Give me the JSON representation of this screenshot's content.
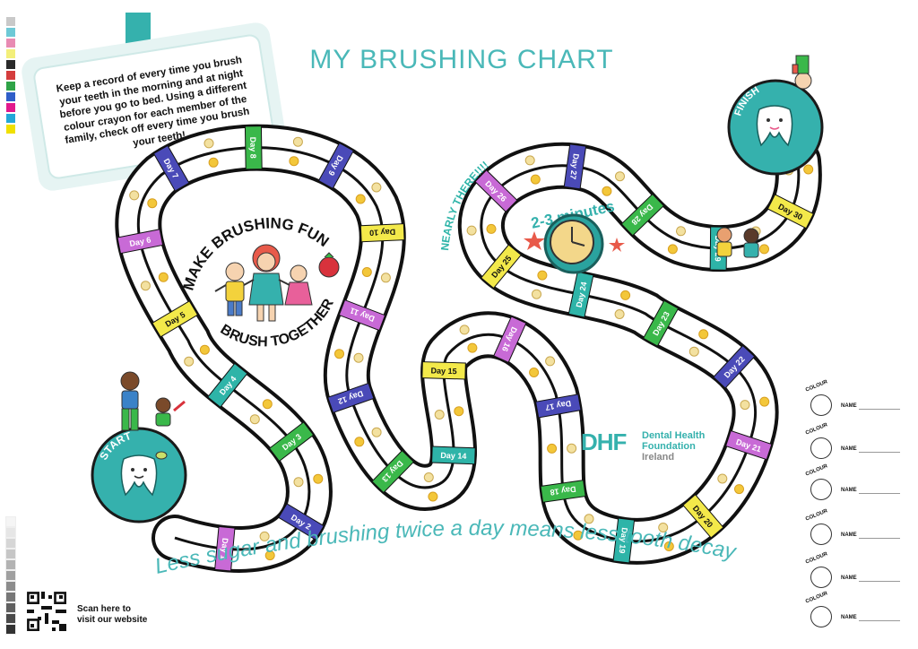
{
  "title": "MY BRUSHING CHART",
  "intro": "Keep a record of every time you brush your teeth in the morning and at night before you go to bed. Using a different colour crayon for each member of the family, check off every time you brush your teeth!",
  "circle_text": {
    "top": "MAKE BRUSHING FUN",
    "bottom": "BRUSH TOGETHER"
  },
  "nearly_there": "NEARLY THERE!!!!!",
  "timer": "2-3 minutes",
  "start": "START",
  "finish": "FINISH",
  "slogan": "Less sugar and brushing twice a day means less tooth decay",
  "scan": {
    "line1": "Scan here to",
    "line2": "visit our website"
  },
  "logo": {
    "mark": "DHF",
    "line1": "Dental Health",
    "line2": "Foundation",
    "line3": "Ireland"
  },
  "colour_rows": [
    {
      "colour": "COLOUR",
      "name": "NAME"
    },
    {
      "colour": "COLOUR",
      "name": "NAME"
    },
    {
      "colour": "COLOUR",
      "name": "NAME"
    },
    {
      "colour": "COLOUR",
      "name": "NAME"
    },
    {
      "colour": "COLOUR",
      "name": "NAME"
    },
    {
      "colour": "COLOUR",
      "name": "NAME"
    }
  ],
  "colors": {
    "teal": "#35b1ad",
    "title": "#4ab8b8",
    "day_colors": [
      "#4a4ab8",
      "#2eb4a8",
      "#f3e94a",
      "#c86ad6",
      "#3ab84a"
    ]
  },
  "swatches": [
    "#c9c9c9",
    "#6ec9d6",
    "#e88bb3",
    "#f3ef7a",
    "#2a2a2a",
    "#d43d3d",
    "#2fa347",
    "#2f5ec8",
    "#e2198c",
    "#24a7d8",
    "#f0e000"
  ],
  "days": [
    {
      "label": "Day 1",
      "color": "#c86ad6"
    },
    {
      "label": "Day 2",
      "color": "#4a4ab8"
    },
    {
      "label": "Day 3",
      "color": "#3ab84a"
    },
    {
      "label": "Day 4",
      "color": "#2eb4a8"
    },
    {
      "label": "Day 5",
      "color": "#f3e94a"
    },
    {
      "label": "Day 6",
      "color": "#c86ad6"
    },
    {
      "label": "Day 7",
      "color": "#4a4ab8"
    },
    {
      "label": "Day 8",
      "color": "#3ab84a"
    },
    {
      "label": "Day 9",
      "color": "#4a4ab8"
    },
    {
      "label": "Day 10",
      "color": "#f3e94a"
    },
    {
      "label": "Day 11",
      "color": "#c86ad6"
    },
    {
      "label": "Day 12",
      "color": "#4a4ab8"
    },
    {
      "label": "Day 13",
      "color": "#3ab84a"
    },
    {
      "label": "Day 14",
      "color": "#2eb4a8"
    },
    {
      "label": "Day 15",
      "color": "#f3e94a"
    },
    {
      "label": "Day 16",
      "color": "#c86ad6"
    },
    {
      "label": "Day 17",
      "color": "#4a4ab8"
    },
    {
      "label": "Day 18",
      "color": "#3ab84a"
    },
    {
      "label": "Day 19",
      "color": "#2eb4a8"
    },
    {
      "label": "Day 20",
      "color": "#f3e94a"
    },
    {
      "label": "Day 21",
      "color": "#c86ad6"
    },
    {
      "label": "Day 22",
      "color": "#4a4ab8"
    },
    {
      "label": "Day 23",
      "color": "#3ab84a"
    },
    {
      "label": "Day 24",
      "color": "#2eb4a8"
    },
    {
      "label": "Day 25",
      "color": "#f3e94a"
    },
    {
      "label": "Day 26",
      "color": "#c86ad6"
    },
    {
      "label": "Day 27",
      "color": "#4a4ab8"
    },
    {
      "label": "Day 28",
      "color": "#3ab84a"
    },
    {
      "label": "Day 29",
      "color": "#2eb4a8"
    },
    {
      "label": "Day 30",
      "color": "#f3e94a"
    }
  ]
}
